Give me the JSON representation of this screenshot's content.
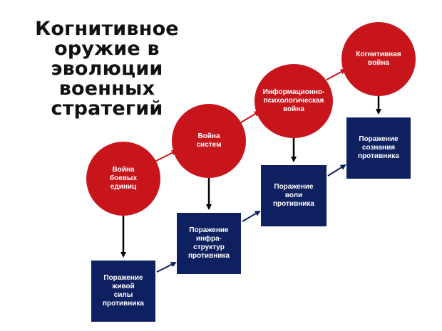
{
  "title": [
    "Когнитивное",
    "оружие в",
    "эволюции",
    "военных",
    "стратегий"
  ],
  "colors": {
    "circle": "#c8151b",
    "box": "#0f2060",
    "arrow_red": "#c8151b",
    "arrow_blue": "#0f2060",
    "arrow_black": "#000000"
  },
  "stages": [
    {
      "circle": [
        "Война",
        "боевых",
        "единиц"
      ],
      "box": [
        "Поражение",
        "живой",
        "силы",
        "противника"
      ]
    },
    {
      "circle": [
        "Война",
        "систем"
      ],
      "box": [
        "Поражение",
        "инфра-",
        "структур",
        "противника"
      ]
    },
    {
      "circle": [
        "Информационно-",
        "психологическая",
        "война"
      ],
      "box": [
        "Поражение",
        "воли",
        "противника"
      ]
    },
    {
      "circle": [
        "Когнитивная",
        "война"
      ],
      "box": [
        "Поражение",
        "сознания",
        "противника"
      ]
    }
  ]
}
